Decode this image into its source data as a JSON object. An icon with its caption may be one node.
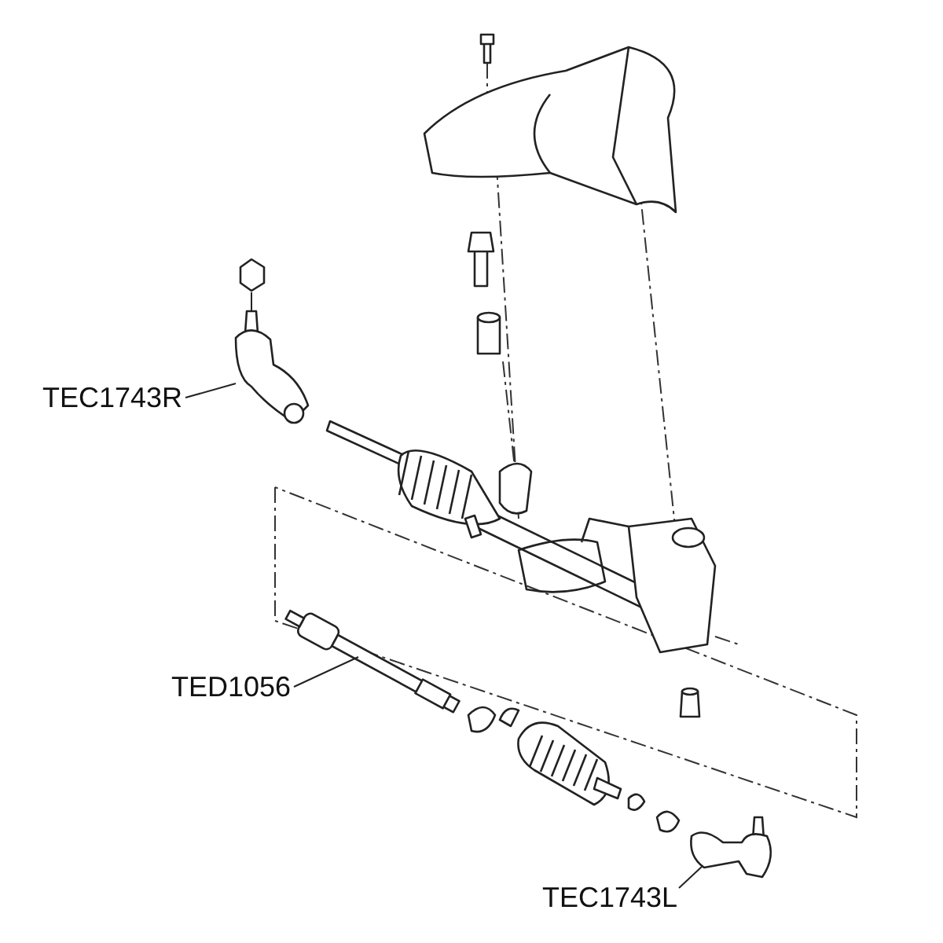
{
  "diagram": {
    "nodes": [
      {
        "text": [
          "TEC1743R"
        ]
      },
      {
        "text": [],
        "shape": "picture"
      },
      {
        "text": [
          "TED1056"
        ]
      },
      {
        "text": [],
        "shape": "picture"
      },
      {
        "text": [
          "TEC1743L"
        ]
      },
      {
        "text": [],
        "shape": "picture"
      }
    ],
    "edges": [
      {
        "from": 0,
        "to": 1,
        "arrow": "none"
      },
      {
        "from": 2,
        "to": 3,
        "arrow": "none"
      },
      {
        "from": 4,
        "to": 5,
        "arrow": "none"
      }
    ]
  }
}
